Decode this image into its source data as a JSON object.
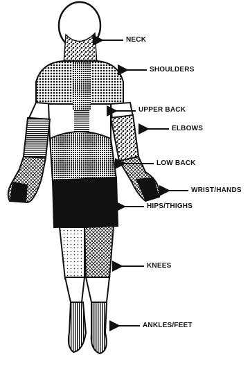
{
  "labels": {
    "neck": "NECK",
    "shoulders": "SHOULDERS",
    "upper_back": "UPPER BACK",
    "elbows": "ELBOWS",
    "low_back": "LOW BACK",
    "wrist_hands": "WRIST/HANDS",
    "hips_thighs": "HIPS/THIGHS",
    "knees": "KNEES",
    "ankles_feet": "ANKLES/FEET"
  },
  "colors": {
    "ink": "#111111",
    "paper": "#ffffff"
  }
}
